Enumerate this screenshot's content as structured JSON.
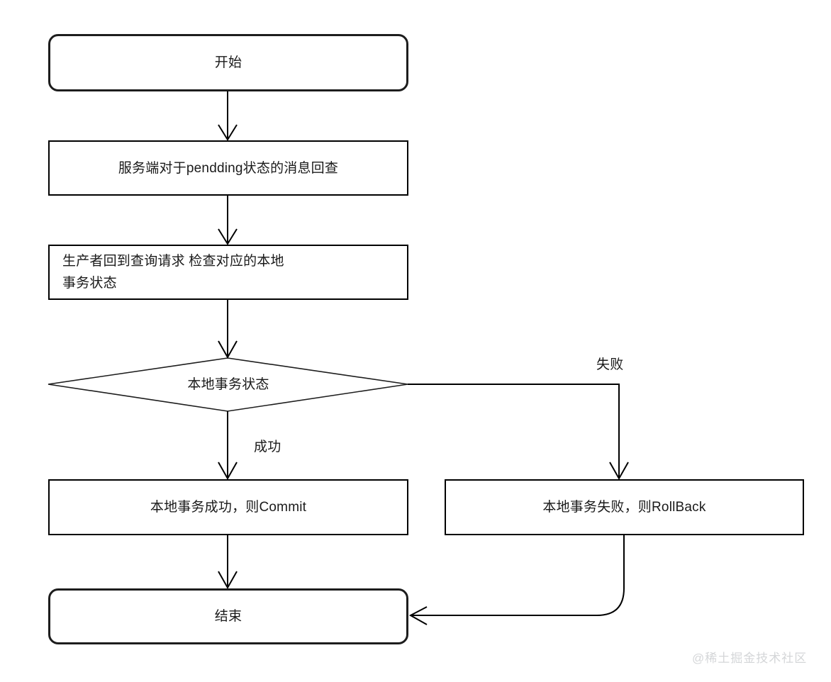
{
  "diagram": {
    "title_text": "",
    "background_color": "#ffffff",
    "stroke_color": "#000000",
    "text_color": "#1a1a1a",
    "nodes": [
      {
        "id": "start",
        "type": "terminator",
        "label": "开始"
      },
      {
        "id": "callback",
        "type": "process",
        "label": "服务端对于pendding状态的消息回查"
      },
      {
        "id": "check",
        "type": "process",
        "label": "生产者回到查询请求 检查对应的本地\n事务状态"
      },
      {
        "id": "decision",
        "type": "decision",
        "label": "本地事务状态"
      },
      {
        "id": "commit",
        "type": "process",
        "label": "本地事务成功，则Commit"
      },
      {
        "id": "rollback",
        "type": "process",
        "label": "本地事务失败，则RollBack"
      },
      {
        "id": "end",
        "type": "terminator",
        "label": "结束"
      }
    ],
    "edges": [
      {
        "id": "e-start-callback",
        "from": "start",
        "to": "callback",
        "label": ""
      },
      {
        "id": "e-callback-check",
        "from": "callback",
        "to": "check",
        "label": ""
      },
      {
        "id": "e-check-decision",
        "from": "check",
        "to": "decision",
        "label": ""
      },
      {
        "id": "e-decision-commit",
        "from": "decision",
        "to": "commit",
        "label": "成功"
      },
      {
        "id": "e-decision-rollback",
        "from": "decision",
        "to": "rollback",
        "label": "失败"
      },
      {
        "id": "e-commit-end",
        "from": "commit",
        "to": "end",
        "label": ""
      },
      {
        "id": "e-rollback-end",
        "from": "rollback",
        "to": "end",
        "label": ""
      }
    ]
  },
  "watermark": {
    "text": "@稀土掘金技术社区",
    "color": "#d4d6d8"
  }
}
